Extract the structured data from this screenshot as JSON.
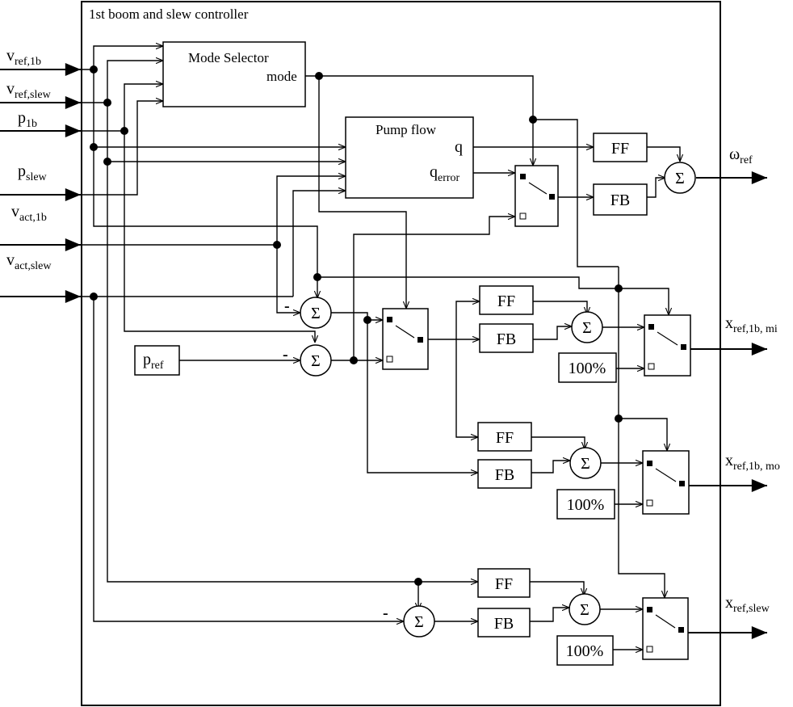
{
  "controller_title": "1st boom and slew controller",
  "inputs": [
    {
      "main": "v",
      "sub": "ref,1b"
    },
    {
      "main": "v",
      "sub": "ref,slew"
    },
    {
      "main": "p",
      "sub": "1b"
    },
    {
      "main": "p",
      "sub": "slew"
    },
    {
      "main": "v",
      "sub": "act,1b"
    },
    {
      "main": "v",
      "sub": "act,slew"
    }
  ],
  "mode_selector": {
    "title": "Mode Selector",
    "port": "mode"
  },
  "pump_flow": {
    "title": "Pump flow",
    "q": "q",
    "qerr_main": "q",
    "qerr_sub": "error"
  },
  "p_ref": {
    "main": "p",
    "sub": "ref"
  },
  "outputs": [
    {
      "main": "ω",
      "sub": "ref"
    },
    {
      "main": "x",
      "sub": "ref,1b, mi"
    },
    {
      "main": "x",
      "sub": "ref,1b, mo"
    },
    {
      "main": "x",
      "sub": "ref,slew"
    }
  ],
  "labels": {
    "ff": "FF",
    "fb": "FB",
    "sum": "Σ",
    "hundred": "100%",
    "minus": "-"
  }
}
